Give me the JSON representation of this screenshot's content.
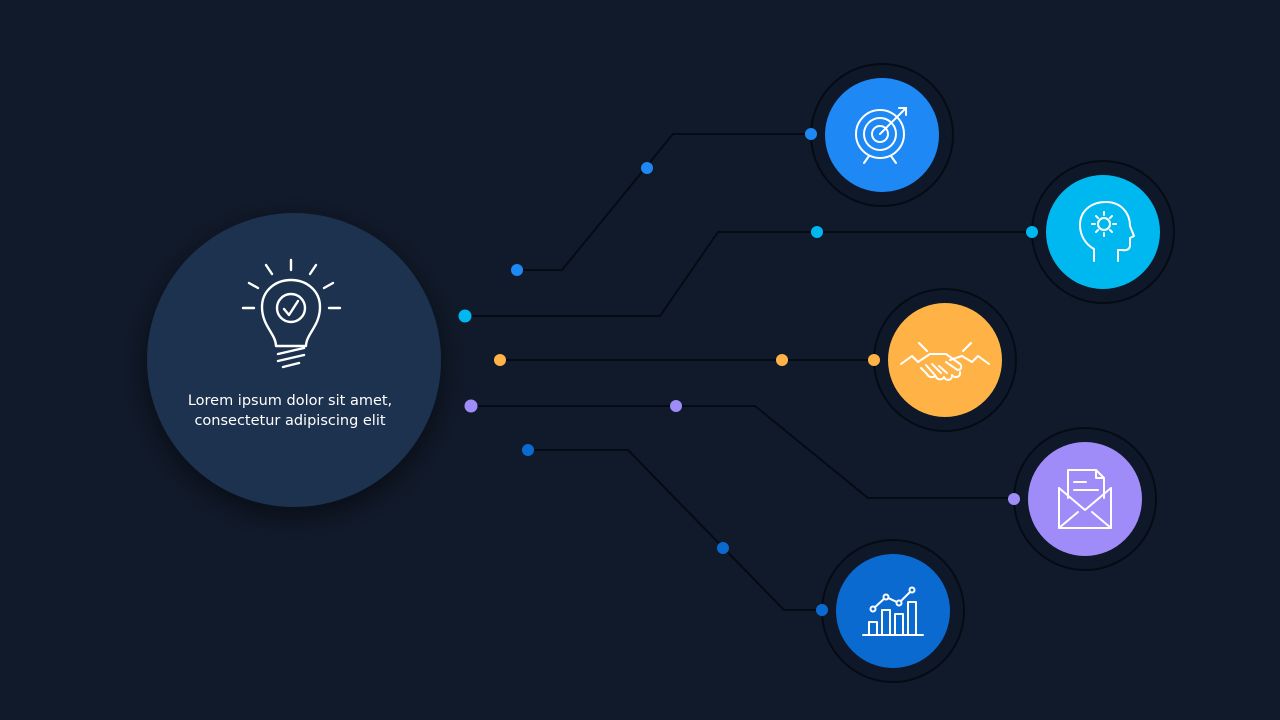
{
  "center": {
    "caption": "Lorem ipsum dolor sit amet, consectetur adipiscing elit",
    "icon": "lightbulb-check-icon",
    "fill": "#1b3150"
  },
  "background": "#111a2a",
  "branches": [
    {
      "id": "target",
      "icon": "target-icon",
      "color": "#1e88f5",
      "dot_color": "#1e88f5"
    },
    {
      "id": "mind",
      "icon": "head-gear-icon",
      "color": "#00b8f0",
      "dot_color": "#00b8f0"
    },
    {
      "id": "handshake",
      "icon": "handshake-icon",
      "color": "#ffb347",
      "dot_color": "#ffb347"
    },
    {
      "id": "mail",
      "icon": "document-envelope-icon",
      "color": "#9f8cf8",
      "dot_color": "#9f8cf8"
    },
    {
      "id": "chart",
      "icon": "bar-chart-trend-icon",
      "color": "#0a6ad0",
      "dot_color": "#0a6ad0"
    }
  ]
}
